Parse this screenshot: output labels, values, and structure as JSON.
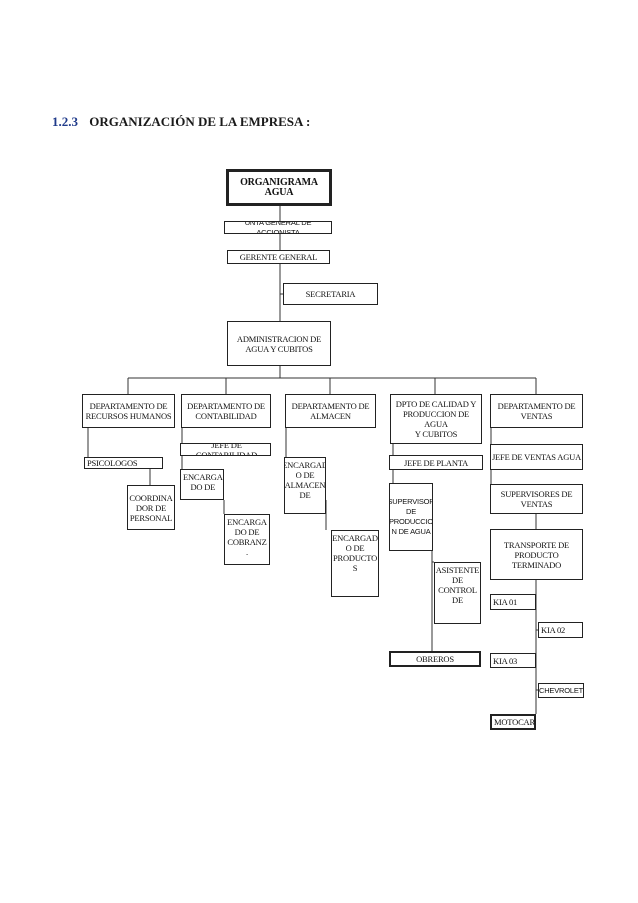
{
  "section": {
    "number": "1.2.3",
    "title": "ORGANIZACIÓN DE LA EMPRESA :"
  },
  "org": {
    "root": "ORGANIGRAMA AGUA",
    "junta": "UNTA GENERAL DE ACCIONISTA",
    "gerente": "GERENTE GENERAL",
    "secretaria": "SECRETARIA",
    "administracion": "ADMINISTRACION DE\nAGUA Y CUBITOS",
    "dep_rrhh": "DEPARTAMENTO DE\nRECURSOS HUMANOS",
    "dep_contabilidad": "DEPARTAMENTO DE\nCONTABILIDAD",
    "dep_almacen": "DEPARTAMENTO DE\nALMACEN",
    "dep_calidad": "DPTO DE CALIDAD Y\nPRODUCCION DE AGUA\nY CUBITOS",
    "dep_ventas": "DEPARTAMENTO DE\nVENTAS",
    "psicologos": "PSICOLOGOS",
    "coordinador": "COORDINA\nDOR DE\nPERSONAL",
    "jefe_contabilidad": "JEFE DE CONTABILIDAD",
    "encargado_de": "ENCARGA\nDO DE",
    "encargado_cobranzas": "ENCARGA\nDO DE\nCOBRANZ\n.",
    "encargado_almacen": "ENCARGAD\nO DE\nALMACEN\nDE",
    "encargado_productos": "ENCARGAD\nO DE\nPRODUCTO\nS",
    "jefe_planta": "JEFE DE PLANTA",
    "supervisor_produccion": "SUPERVISOR\nDE\nPRODUCCIO\nN DE AGUA",
    "asistente_control": "ASISTENTE\nDE\nCONTROL\nDE",
    "obreros": "OBREROS",
    "jefe_ventas": "JEFE DE VENTAS AGUA",
    "supervisores_ventas": "SUPERVISORES DE\nVENTAS",
    "transporte": "TRANSPORTE DE\nPRODUCTO\nTERMINADO",
    "kia01": "KIA 01",
    "kia02": "KIA 02",
    "kia03": "KIA 03",
    "chevrolet": "CHEVROLET",
    "motocar": "MOTOCAR"
  }
}
